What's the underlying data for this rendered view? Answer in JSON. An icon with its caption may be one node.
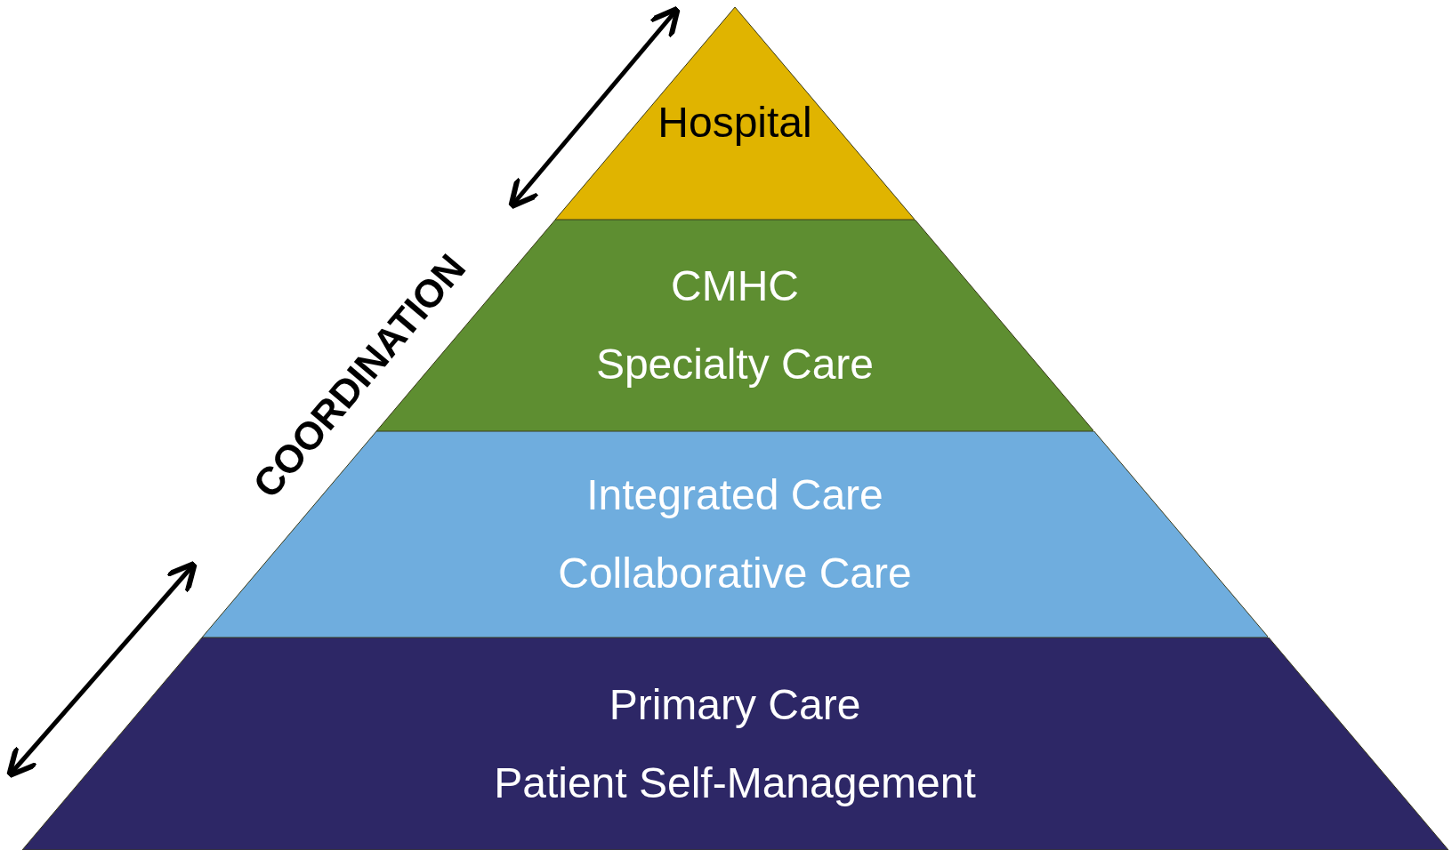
{
  "diagram": {
    "nodes": [
      {
        "text": [
          "Hospital"
        ]
      },
      {
        "text": [
          "CMHC",
          "Specialty Care"
        ]
      },
      {
        "text": [
          "Integrated Care",
          "Collaborative Care"
        ]
      },
      {
        "text": [
          "Primary Care",
          "Patient Self-Management"
        ]
      }
    ],
    "labels": [
      "COORDINATION"
    ]
  }
}
